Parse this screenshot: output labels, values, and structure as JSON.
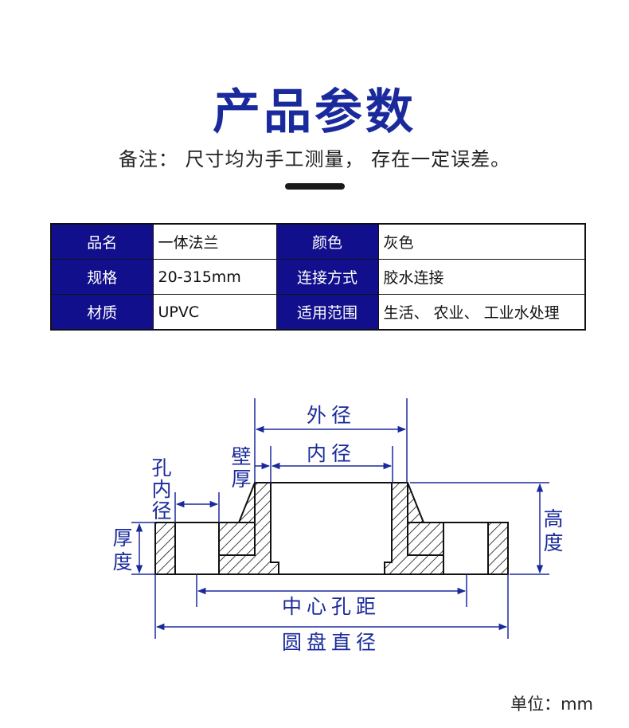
{
  "header": {
    "title": "产品参数",
    "note": "备注： 尺寸均为手工测量， 存在一定误差。"
  },
  "spec_table": {
    "rows": [
      [
        {
          "key": "品名",
          "value": "一体法兰"
        },
        {
          "key": "颜色",
          "value": "灰色"
        }
      ],
      [
        {
          "key": "规格",
          "value": "20-315mm"
        },
        {
          "key": "连接方式",
          "value": "胶水连接"
        }
      ],
      [
        {
          "key": "材质",
          "value": "UPVC"
        },
        {
          "key": "适用范围",
          "value": "生活、 农业、 工业水处理"
        }
      ]
    ],
    "key_bg_color": "#120f8c"
  },
  "diagram": {
    "labels": {
      "outer_diameter": "外径",
      "inner_diameter": "内径",
      "wall_thickness_1": "壁",
      "wall_thickness_2": "厚",
      "hole_inner_1": "孔",
      "hole_inner_2": "内",
      "hole_inner_3": "径",
      "thickness_1": "厚",
      "thickness_2": "度",
      "height_1": "高",
      "height_2": "度",
      "center_hole_distance": "中心孔距",
      "disc_diameter": "圆盘直径"
    },
    "dimension_color": "#1a2a9c"
  },
  "footer": {
    "unit": "单位：mm"
  }
}
